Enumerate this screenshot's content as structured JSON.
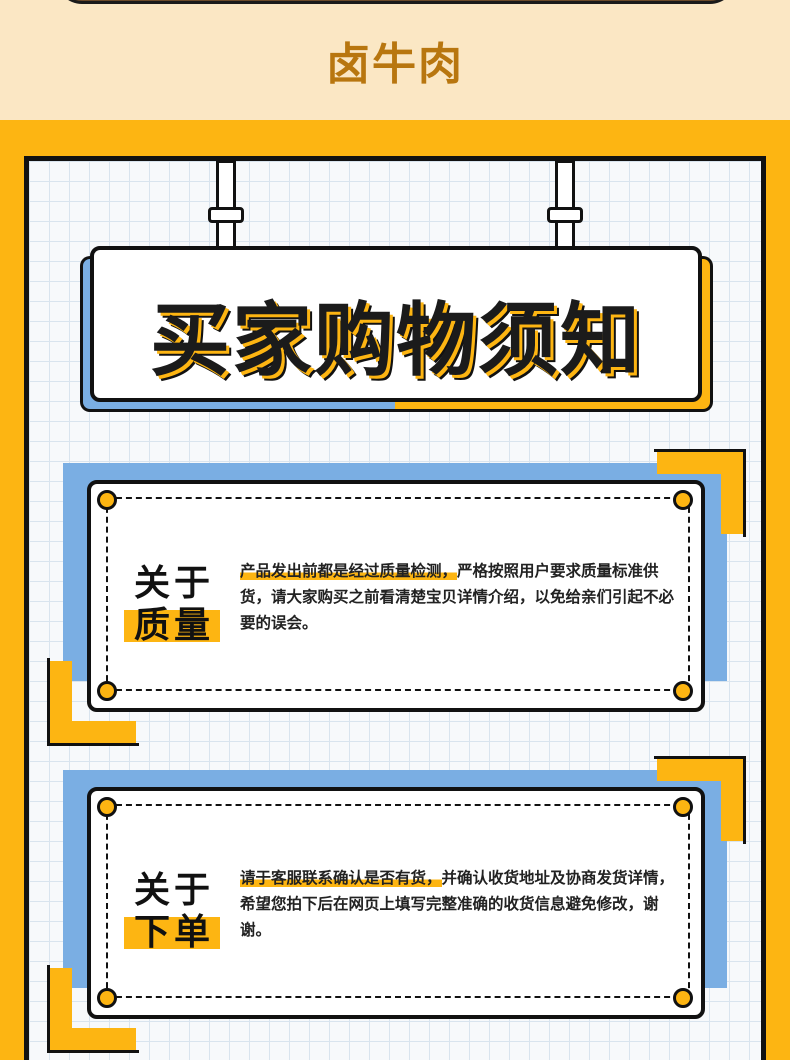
{
  "product": {
    "title": "卤牛肉"
  },
  "sign": {
    "title": "买家购物须知"
  },
  "sections": [
    {
      "heading_line1": "关于",
      "heading_line2": "质量",
      "highlight": "产品发出前都是经过质量检测，",
      "text": "严格按照用户要求质量标准供货，请大家购买之前看清楚宝贝详情介绍，以免给亲们引起不必要的误会。"
    },
    {
      "heading_line1": "关于",
      "heading_line2": "下单",
      "highlight": "请于客服联系确认是否有货，",
      "text": "并确认收货地址及协商发货详情，希望您拍下后在网页上填写完整准确的收货信息避免修改，谢谢。"
    }
  ],
  "colors": {
    "accent": "#fdb512",
    "accent_text": "#b8760f",
    "blue": "#7aaee3",
    "cream": "#fbe7c4",
    "ink": "#111111"
  }
}
